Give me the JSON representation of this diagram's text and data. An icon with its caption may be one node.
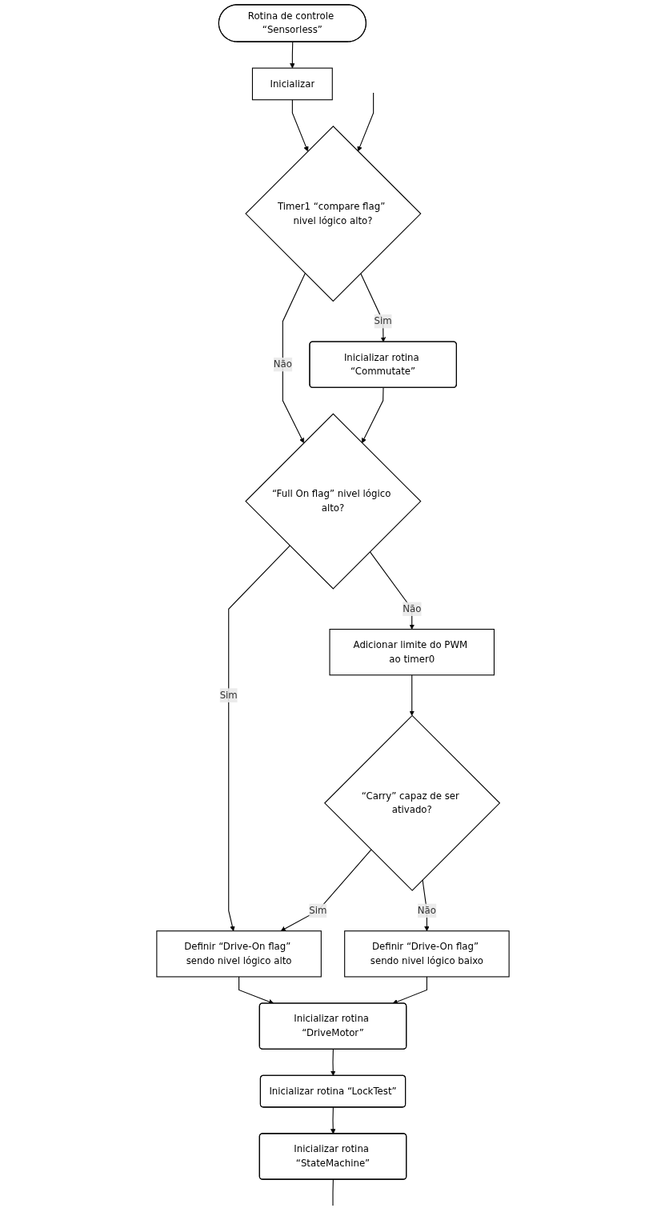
{
  "diagram": {
    "nodes": [
      {
        "text": [
          "Rotina de controle “Sensorless”"
        ]
      },
      {
        "text": [
          "Inicializar"
        ]
      },
      {
        "text": [
          "Timer1 “compare flag” nivel lógico alto?"
        ]
      },
      {
        "text": [
          "Inicializar rotina “Commutate”"
        ]
      },
      {
        "text": [
          "“Full On flag” nivel lógico alto?"
        ]
      },
      {
        "text": [
          "Adicionar limite do PWM ao timer0"
        ]
      },
      {
        "text": [
          "“Carry” capaz de ser ativado?"
        ]
      },
      {
        "text": [
          "Definir “Drive-On flag” sendo nivel lógico alto"
        ]
      },
      {
        "text": [
          "Definir “Drive-On flag” sendo nivel lógico baixo"
        ]
      },
      {
        "text": [
          "Inicializar rotina “DriveMotor”"
        ]
      },
      {
        "text": [
          "Inicializar rotina “LockTest”"
        ]
      },
      {
        "text": [
          "Inicializar rotina “StateMachine”"
        ]
      }
    ],
    "edges": [
      {
        "from": 0,
        "to": 1,
        "arrow": "to"
      },
      {
        "from": 1,
        "to": 2,
        "arrow": "to"
      },
      {
        "from": null,
        "to": 2,
        "arrow": "to"
      },
      {
        "from": 2,
        "to": 3,
        "label": "Sim",
        "arrow": "to"
      },
      {
        "from": 2,
        "to": 4,
        "label": "Não",
        "arrow": "to"
      },
      {
        "from": 3,
        "to": 4,
        "arrow": "to"
      },
      {
        "from": 4,
        "to": 7,
        "label": "Sim",
        "arrow": "to"
      },
      {
        "from": 4,
        "to": 5,
        "label": "Não",
        "arrow": "to"
      },
      {
        "from": 5,
        "to": 6,
        "arrow": "to"
      },
      {
        "from": 6,
        "to": 7,
        "label": "Sim",
        "arrow": "to"
      },
      {
        "from": 6,
        "to": 8,
        "label": "Não",
        "arrow": "to"
      },
      {
        "from": 7,
        "to": 9,
        "arrow": "to"
      },
      {
        "from": 8,
        "to": 9,
        "arrow": "to"
      },
      {
        "from": 9,
        "to": 10,
        "arrow": "to"
      },
      {
        "from": 10,
        "to": 11,
        "arrow": "to"
      },
      {
        "from": 11,
        "to": null,
        "arrow": "none"
      }
    ]
  }
}
